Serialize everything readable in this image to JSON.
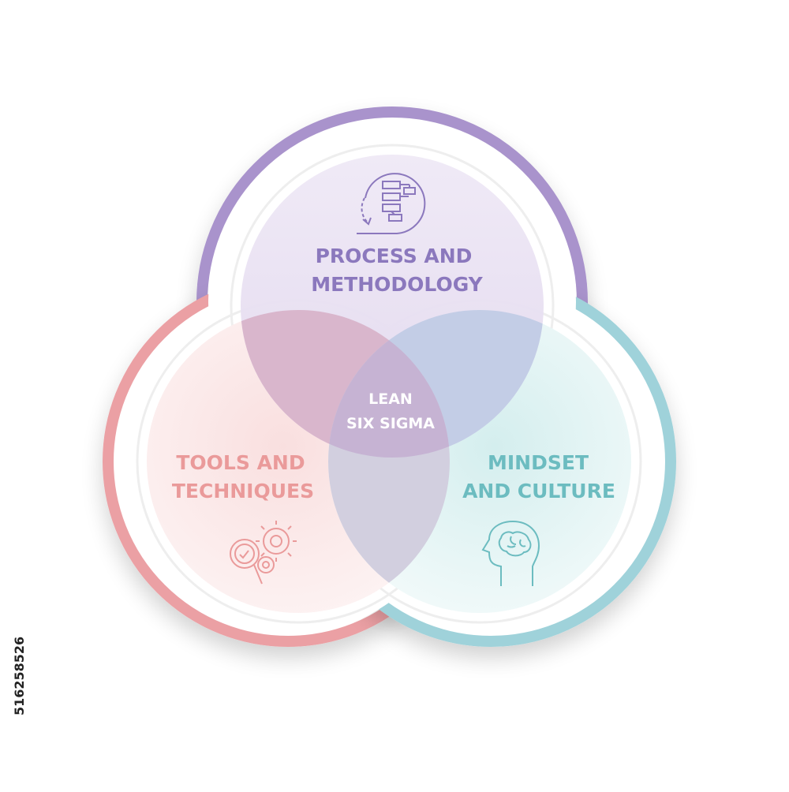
{
  "diagram": {
    "center": {
      "line1": "LEAN",
      "line2": "SIX SIGMA"
    },
    "sets": [
      {
        "key": "process",
        "line1": "PROCESS AND",
        "line2": "METHODOLOGY",
        "icon": "process-flowchart-icon"
      },
      {
        "key": "tools",
        "line1": "TOOLS AND",
        "line2": "TECHNIQUES",
        "icon": "gears-magnifier-icon"
      },
      {
        "key": "mindset",
        "line1": "MINDSET",
        "line2": "AND CULTURE",
        "icon": "head-brain-icon"
      }
    ]
  },
  "stock_id": "516258526",
  "colors": {
    "process_accent": "#a993cc",
    "process_text": "#8b78bd",
    "tools_accent": "#eba0a4",
    "tools_text": "#ea9a9a",
    "mindset_accent": "#9fd2da",
    "mindset_text": "#6cbcc0",
    "center_text": "#ffffff"
  }
}
